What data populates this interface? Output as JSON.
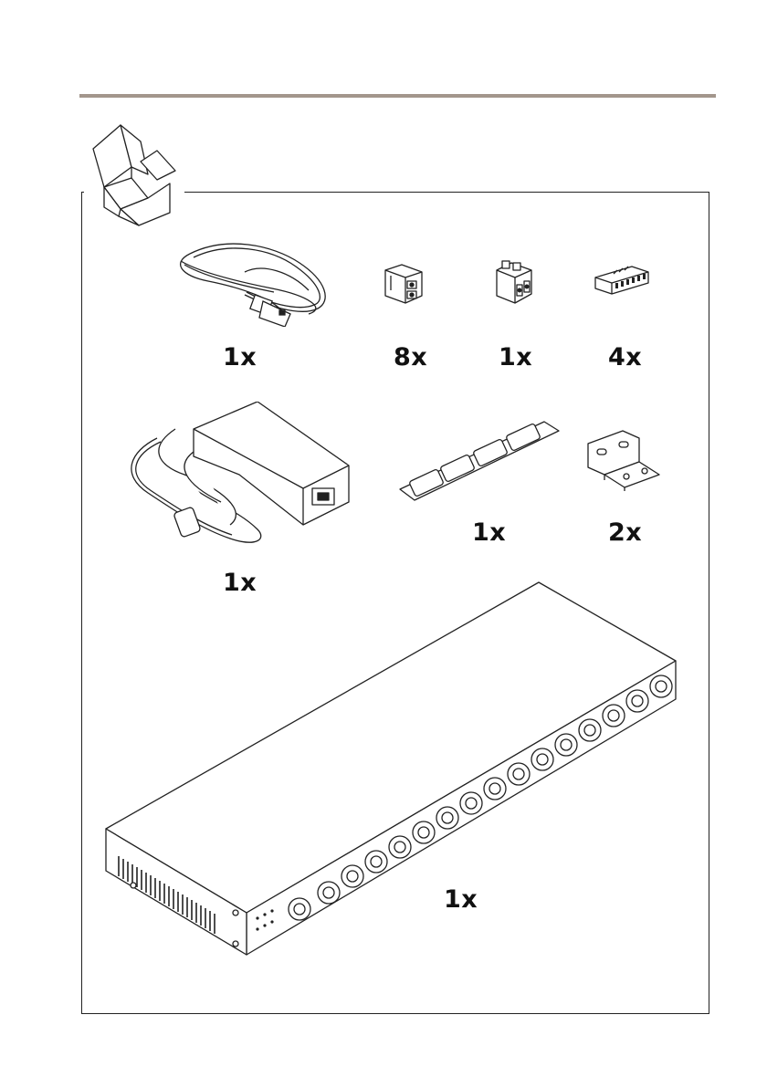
{
  "page": {
    "section_rule_color": "#a3968c",
    "contents": [
      {
        "item": "power-cord",
        "quantity": "1x"
      },
      {
        "item": "terminal-block-2pin",
        "quantity": "8x"
      },
      {
        "item": "terminal-block-3pin",
        "quantity": "1x"
      },
      {
        "item": "terminal-block-6pin",
        "quantity": "4x"
      },
      {
        "item": "power-adapter",
        "quantity": "1x"
      },
      {
        "item": "rubber-feet",
        "quantity": "1x"
      },
      {
        "item": "mounting-bracket",
        "quantity": "2x"
      },
      {
        "item": "video-encoder-device",
        "quantity": "1x"
      }
    ]
  }
}
